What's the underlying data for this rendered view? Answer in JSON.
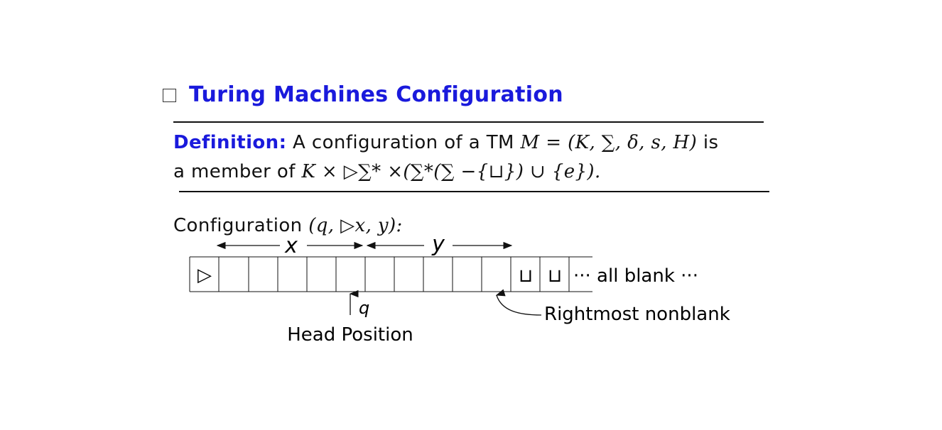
{
  "slide": {
    "title": "Turing Machines Configuration",
    "definition": {
      "label": "Definition:",
      "line1_text": "A configuration of a TM",
      "line1_math": "M = (K, ∑, δ, s, H)",
      "line1_tail": "is",
      "line2_text": "a member of",
      "line2_math": "K × ▷∑* ×(∑*(∑ −{⊔}) ∪ {e})."
    },
    "config_intro": {
      "text": "Configuration",
      "math": "(q, ▷x, y):"
    },
    "tape": {
      "first_cell": "▷",
      "blank_symbol": "⊔",
      "trailing_label": "··· all blank ···",
      "x_label": "x",
      "y_label": "y",
      "head_symbol": "q",
      "head_caption": "Head Position",
      "rightmost_caption": "Rightmost nonblank"
    }
  }
}
